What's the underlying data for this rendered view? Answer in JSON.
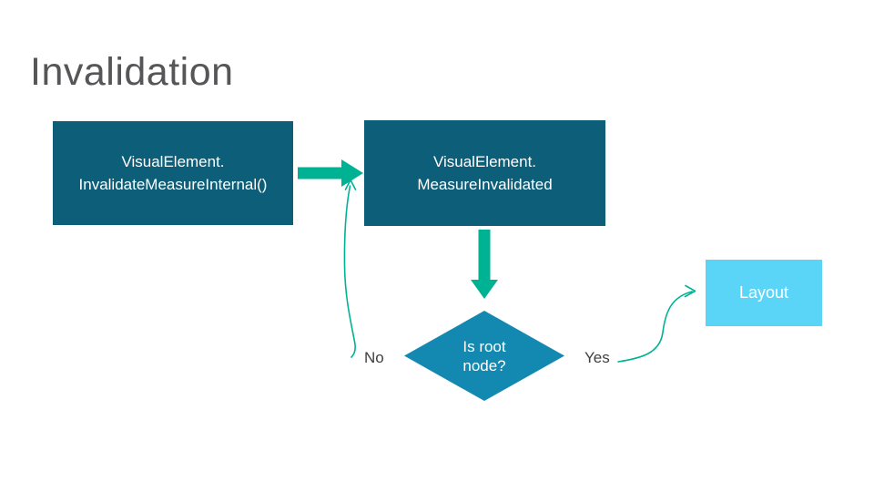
{
  "slide": {
    "title": "Invalidation"
  },
  "colors": {
    "process_box": "#0d5e78",
    "decision_diamond": "#1389b1",
    "terminal_box": "#5bd5f7",
    "connector": "#00b294",
    "title_text": "#565658",
    "label_text": "#3f3f3f",
    "shape_text": "#ffffff"
  },
  "diagram": {
    "box_invalidate_measure": {
      "line1": "VisualElement.",
      "line2": "InvalidateMeasureInternal()"
    },
    "box_measure_invalidated": {
      "line1": "VisualElement.",
      "line2": "MeasureInvalidated"
    },
    "decision_is_root": {
      "line1": "Is root",
      "line2": "node?"
    },
    "label_no": "No",
    "label_yes": "Yes",
    "box_layout": "Layout"
  }
}
